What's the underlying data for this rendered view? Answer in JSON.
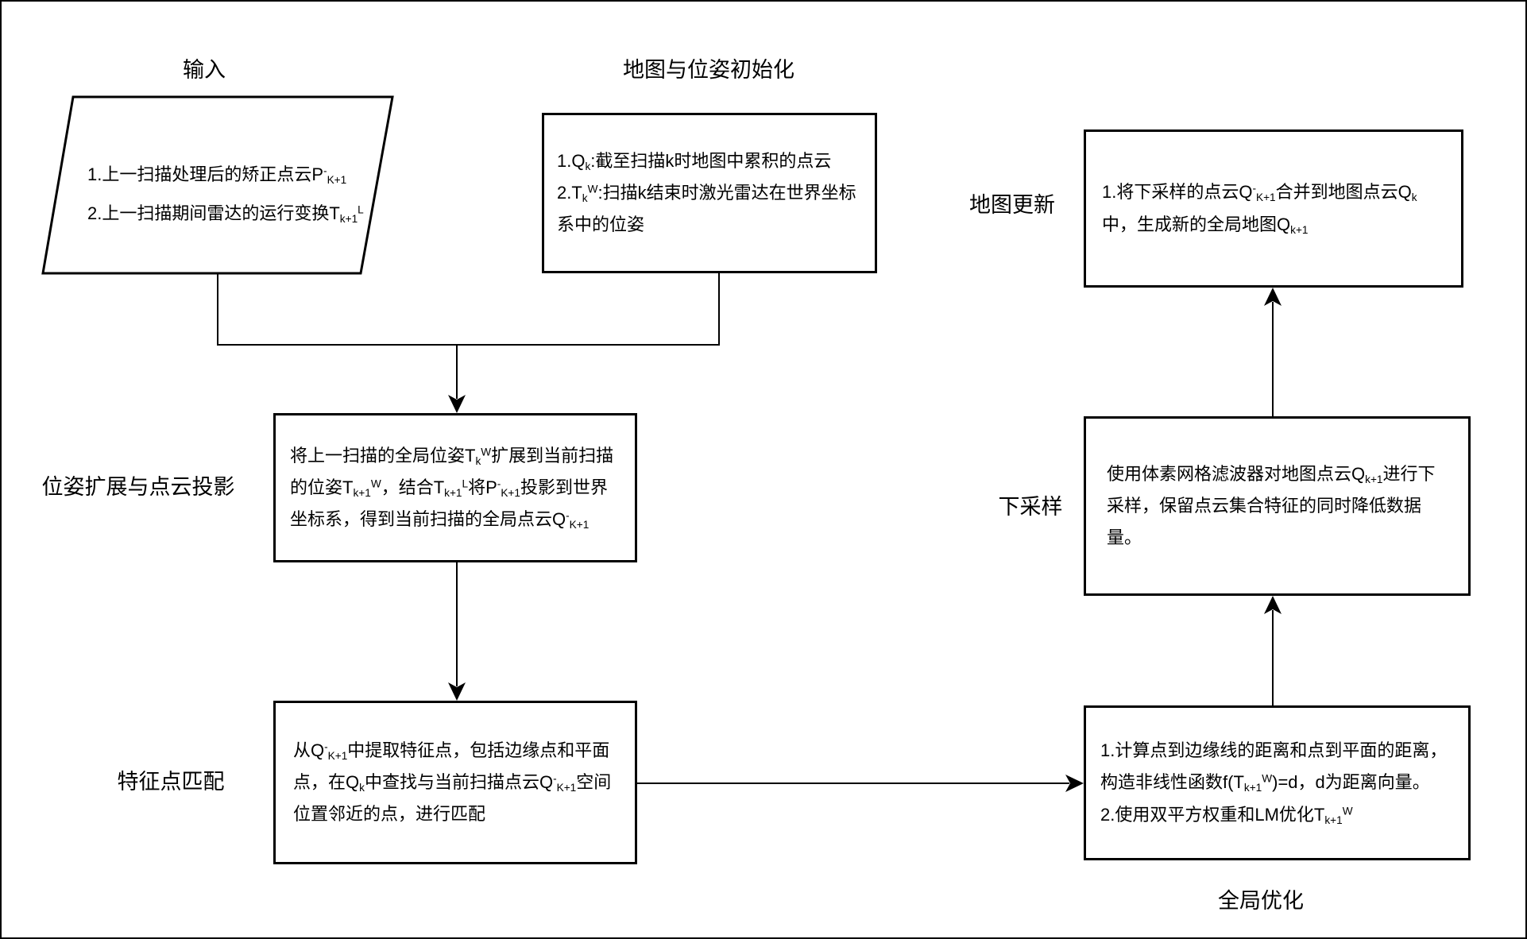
{
  "labels": {
    "input": "输入",
    "map_init": "地图与位姿初始化",
    "map_update": "地图更新",
    "pose_extend": "位姿扩展与点云投影",
    "downsample": "下采样",
    "feature_match": "特征点匹配",
    "global_opt": "全局优化"
  },
  "nodes": {
    "input": {
      "lines": [
        [
          [
            "1.上一扫描处理后的矫正点云P",
            "n"
          ],
          [
            "-",
            "sup"
          ],
          [
            "K+1",
            "sub"
          ]
        ],
        [
          [
            "2.上一扫描期间雷达的运行变换T",
            "n"
          ],
          [
            "k+1",
            "sub"
          ],
          [
            "L",
            "sup"
          ]
        ]
      ]
    },
    "map_init": {
      "lines": [
        [
          [
            "1.Q",
            "n"
          ],
          [
            "k",
            "sub"
          ],
          [
            ":截至扫描k时地图中累积的点云",
            "n"
          ]
        ],
        [
          [
            "2.T",
            "n"
          ],
          [
            "k",
            "sub"
          ],
          [
            "W",
            "sup"
          ],
          [
            ":扫描k结束时激光雷达在世界坐标系中的位姿",
            "n"
          ]
        ]
      ]
    },
    "map_update": {
      "lines": [
        [
          [
            "1.将下采样的点云Q",
            "n"
          ],
          [
            "-",
            "sup"
          ],
          [
            "K+1",
            "sub"
          ],
          [
            "合并到地图点云Q",
            "n"
          ],
          [
            "k",
            "sub"
          ],
          [
            "中，生成新的全局地图Q",
            "n"
          ],
          [
            "k+1",
            "sub"
          ]
        ]
      ]
    },
    "pose_extend": {
      "lines": [
        [
          [
            "将上一扫描的全局位姿T",
            "n"
          ],
          [
            "k",
            "sub"
          ],
          [
            "W",
            "sup"
          ],
          [
            "扩展到当前扫描的位姿T",
            "n"
          ],
          [
            "k+1",
            "sub"
          ],
          [
            "W",
            "sup"
          ],
          [
            "，结合T",
            "n"
          ],
          [
            "k+1",
            "sub"
          ],
          [
            "L",
            "sup"
          ],
          [
            "将P",
            "n"
          ],
          [
            "-",
            "sup"
          ],
          [
            "K+1",
            "sub"
          ],
          [
            "投影到世界坐标系，得到当前扫描的全局点云Q",
            "n"
          ],
          [
            "-",
            "sup"
          ],
          [
            "K+1",
            "sub"
          ]
        ]
      ]
    },
    "downsample": {
      "lines": [
        [
          [
            "使用体素网格滤波器对地图点云Q",
            "n"
          ],
          [
            "k+1",
            "sub"
          ],
          [
            "进行下采样，保留点云集合特征的同时降低数据量。",
            "n"
          ]
        ]
      ]
    },
    "feature_match": {
      "lines": [
        [
          [
            "从Q",
            "n"
          ],
          [
            "-",
            "sup"
          ],
          [
            "K+1",
            "sub"
          ],
          [
            "中提取特征点，包括边缘点和平面点，在Q",
            "n"
          ],
          [
            "k",
            "sub"
          ],
          [
            "中查找与当前扫描点云Q",
            "n"
          ],
          [
            "-",
            "sup"
          ],
          [
            "K+1",
            "sub"
          ],
          [
            "空间位置邻近的点，进行匹配",
            "n"
          ]
        ]
      ]
    },
    "global_opt": {
      "lines": [
        [
          [
            "1.计算点到边缘线的距离和点到平面的距离，构造非线性函数f(T",
            "n"
          ],
          [
            "k+1",
            "sub"
          ],
          [
            "W",
            "sup"
          ],
          [
            ")=d，d为距离向量。",
            "n"
          ]
        ],
        [
          [
            "2.使用双平方权重和LM优化T",
            "n"
          ],
          [
            "k+1",
            "sub"
          ],
          [
            "W",
            "sup"
          ]
        ]
      ]
    }
  },
  "colors": {
    "stroke": "#000000",
    "background": "#ffffff"
  }
}
